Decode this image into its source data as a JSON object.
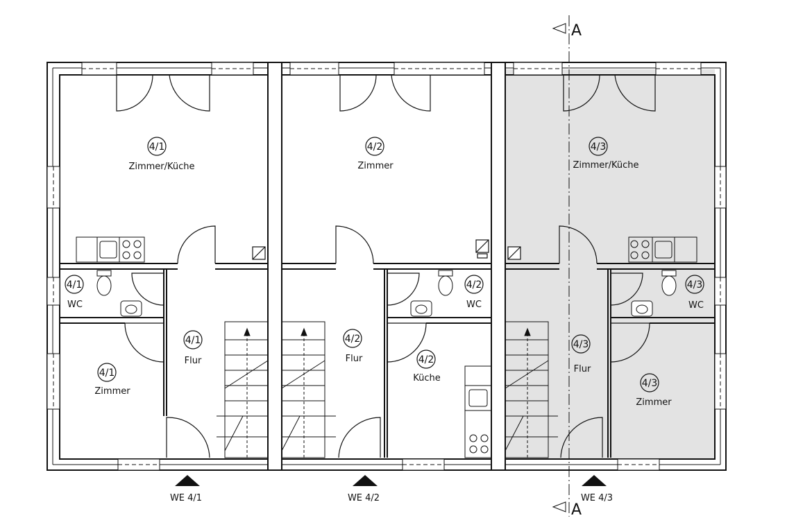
{
  "plan": {
    "units": [
      {
        "id": "4/1",
        "rooms": {
          "main": {
            "number": "4/1",
            "name": "Zimmer/Küche"
          },
          "wc": {
            "number": "4/1",
            "name": "WC"
          },
          "hall": {
            "number": "4/1",
            "name": "Flur"
          },
          "room": {
            "number": "4/1",
            "name": "Zimmer"
          }
        },
        "entrance": "WE  4/1"
      },
      {
        "id": "4/2",
        "rooms": {
          "main": {
            "number": "4/2",
            "name": "Zimmer"
          },
          "wc": {
            "number": "4/2",
            "name": "WC"
          },
          "hall": {
            "number": "4/2",
            "name": "Flur"
          },
          "kitchen": {
            "number": "4/2",
            "name": "Küche"
          }
        },
        "entrance": "WE  4/2"
      },
      {
        "id": "4/3",
        "highlighted": true,
        "rooms": {
          "main": {
            "number": "4/3",
            "name": "Zimmer/Küche"
          },
          "wc": {
            "number": "4/3",
            "name": "WC"
          },
          "hall": {
            "number": "4/3",
            "name": "Flur"
          },
          "room": {
            "number": "4/3",
            "name": "Zimmer"
          }
        },
        "entrance": "WE  4/3"
      }
    ],
    "section_mark": "A",
    "colors": {
      "line": "#111111",
      "highlight": "#e3e3e3",
      "paper": "#ffffff"
    }
  }
}
